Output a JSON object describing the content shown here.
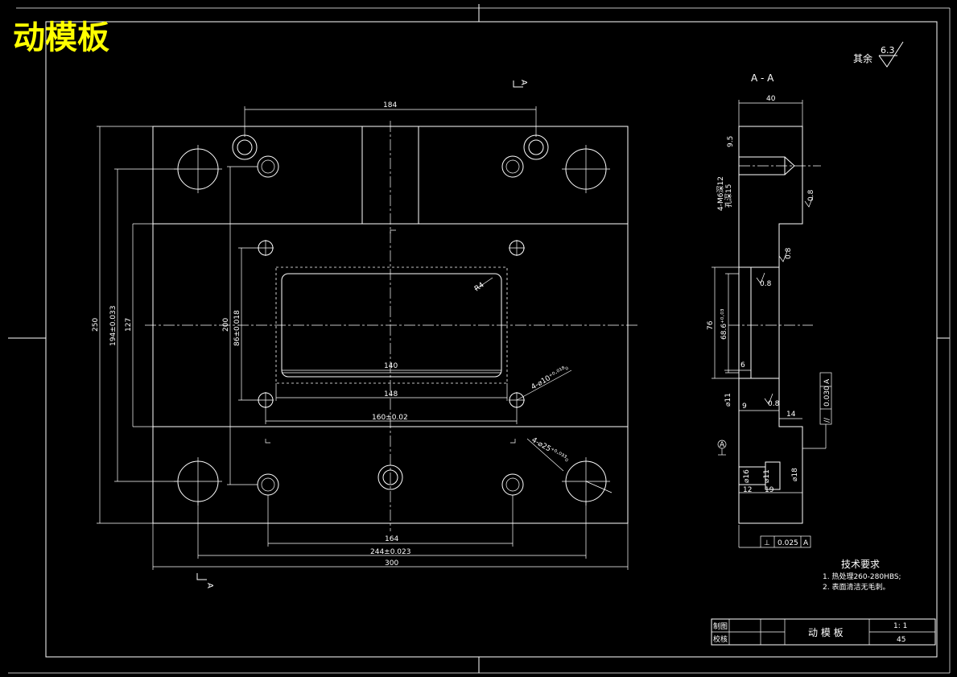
{
  "drawing": {
    "title": "动模板",
    "section_label": "A - A",
    "section_marker": "A",
    "roughness": {
      "label": "其余",
      "value": "6.3"
    },
    "front_view": {
      "dims": {
        "top_holes": "184",
        "overall_height": "250",
        "hole_pitch_v": "194±0.033",
        "inner_height": "127",
        "pocket_height": "200",
        "small_hole_pitch_v": "86±0.018",
        "cavity_width": "140",
        "cavity_outer_width": "148",
        "small_hole_pitch_h": "160±0.02",
        "bottom_holes": "164",
        "bottom_pitch": "244±0.023",
        "overall_width": "300",
        "corner_radius": "R4",
        "small_holes_callout": "4-⌀10⁺⁰·⁰¹⁸₀",
        "big_holes_callout": "4-⌀25⁺⁰·⁰³³₀"
      }
    },
    "section_view": {
      "dims": {
        "thickness": "40",
        "d1": "9.5",
        "thread": "4-M6深12",
        "thread2": "孔深15",
        "total_76": "76",
        "cavity_depth": "68.6⁺⁰·⁰³",
        "six": "6",
        "d11": "⌀11",
        "nine": "9",
        "fourteen": "14",
        "d16": "⌀16",
        "d11b": "⌀11",
        "d18": "⌀18",
        "twelve": "12",
        "nineteen": "19",
        "r1": "0.8",
        "r2": "0.8",
        "r3": "0.8",
        "r4": "0.8",
        "datum": "A"
      },
      "tolerance_top": {
        "symbol": "//",
        "value": "0.030",
        "datum": "A"
      },
      "tolerance_bottom": {
        "symbol": "⊥",
        "value": "0.025",
        "datum": "A"
      }
    },
    "tech_req": {
      "heading": "技术要求",
      "items": [
        "1. 热处理260-280HBS;",
        "2. 表面清洁无毛刺。"
      ]
    },
    "title_block": {
      "drawn": "制图",
      "checked": "校核",
      "part_name": "动 模 板",
      "scale": "1: 1",
      "material": "45"
    }
  }
}
